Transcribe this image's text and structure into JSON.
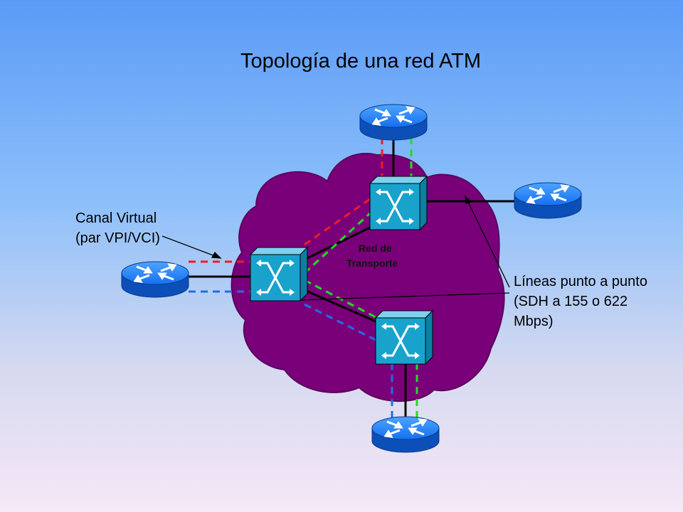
{
  "title": "Topología de una red ATM",
  "cloud_label": {
    "line1": "Red de",
    "line2": "Transporte"
  },
  "callouts": {
    "canal_virtual": {
      "line1": "Canal Virtual",
      "line2": "(par VPI/VCI)"
    },
    "lineas": {
      "line1": "Líneas punto a punto",
      "line2": "(SDH a 155 o 622",
      "line3": "Mbps)"
    }
  },
  "colors": {
    "cloud": "#7a007a",
    "switch": "#19a3cc",
    "router": "#0d6cf2",
    "vc_red": "#ee1c24",
    "vc_green": "#22dd22",
    "vc_blue": "#1f6fe8",
    "link": "#000000"
  },
  "icons": {
    "router": "router-icon",
    "switch": "atm-switch-icon"
  }
}
